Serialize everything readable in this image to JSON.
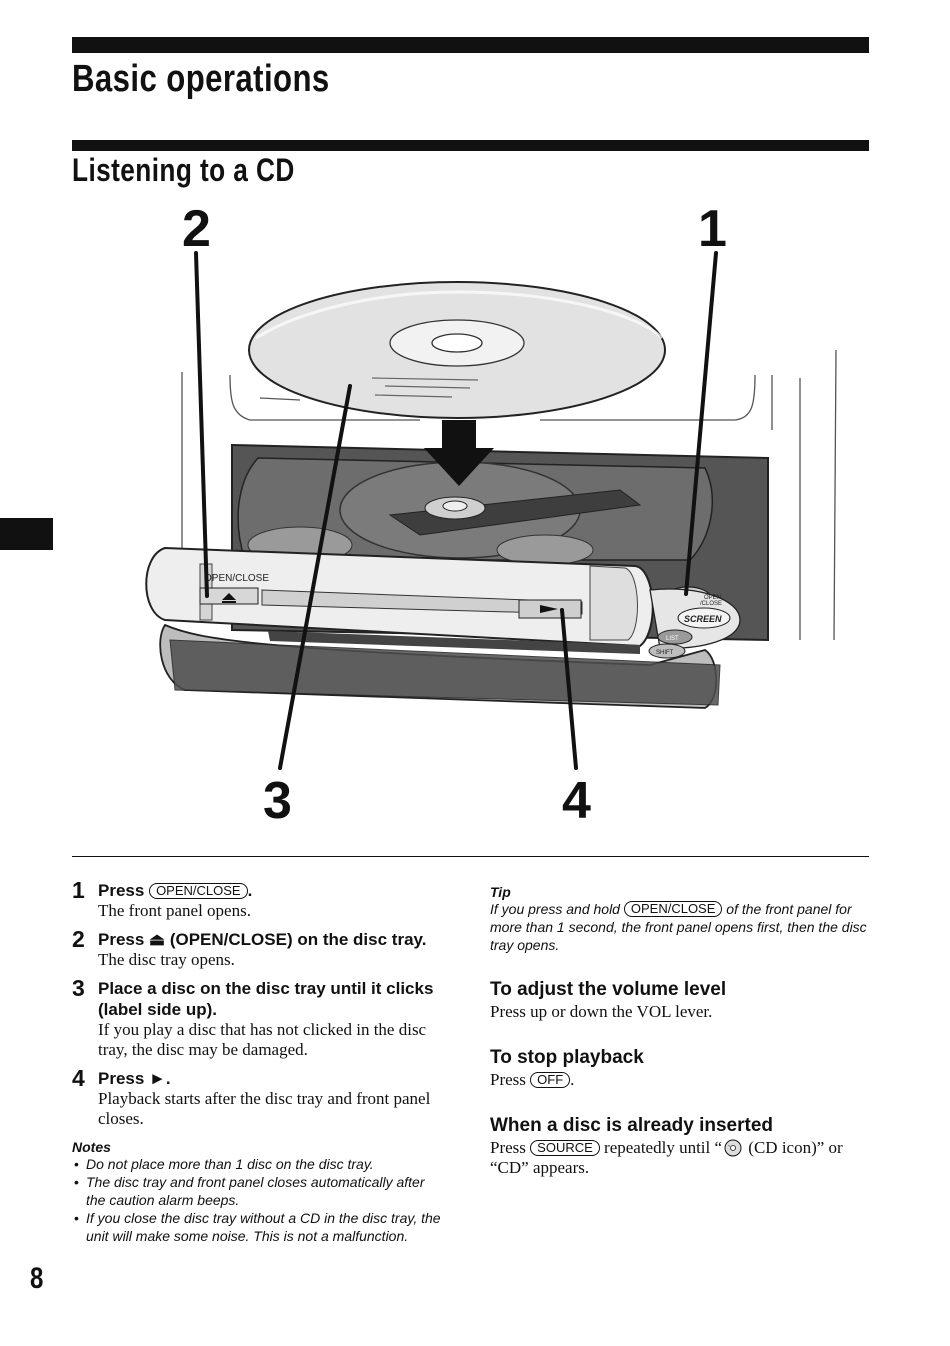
{
  "header": {
    "title": "Basic operations",
    "section_title": "Listening to a CD"
  },
  "figure": {
    "callouts": [
      "1",
      "2",
      "3",
      "4"
    ],
    "panel_labels": {
      "open_close": "OPEN/CLOSE",
      "open_close_small_1": "OPEN",
      "open_close_small_2": "/CLOSE",
      "screen": "SCREEN",
      "list": "LIST",
      "shift": "SHIFT"
    }
  },
  "steps": [
    {
      "num": "1",
      "title_pre": "Press",
      "key": "OPEN/CLOSE",
      "title_post": ".",
      "body": "The front panel opens."
    },
    {
      "num": "2",
      "title": "Press ⏏ (OPEN/CLOSE) on the disc tray.",
      "body": "The disc tray opens."
    },
    {
      "num": "3",
      "title": "Place a disc on the disc tray until it clicks (label side up).",
      "body": "If you play a disc that has not clicked in the disc tray, the disc may be damaged."
    },
    {
      "num": "4",
      "title": "Press ►.",
      "body": "Playback starts after the disc tray and front panel closes."
    }
  ],
  "notes": {
    "title": "Notes",
    "items": [
      "Do not place more than 1 disc on the disc tray.",
      "The disc tray and front panel closes automatically after the caution alarm beeps.",
      "If you close the disc tray without a CD in the disc tray, the unit will make some noise. This is not a malfunction."
    ]
  },
  "tip": {
    "title": "Tip",
    "pre": "If you press and hold",
    "key": "OPEN/CLOSE",
    "post": "of the front panel for more than 1 second, the front panel opens first, then the disc tray opens."
  },
  "volume": {
    "title": "To adjust the volume level",
    "body": "Press up or down the VOL lever."
  },
  "stop": {
    "title": "To stop playback",
    "pre": "Press",
    "key": "OFF",
    "post": "."
  },
  "inserted": {
    "title": "When a disc is already inserted",
    "pre": "Press",
    "key": "SOURCE",
    "mid": "repeatedly until “",
    "post": "(CD icon)” or “CD” appears."
  },
  "page_number": "8"
}
